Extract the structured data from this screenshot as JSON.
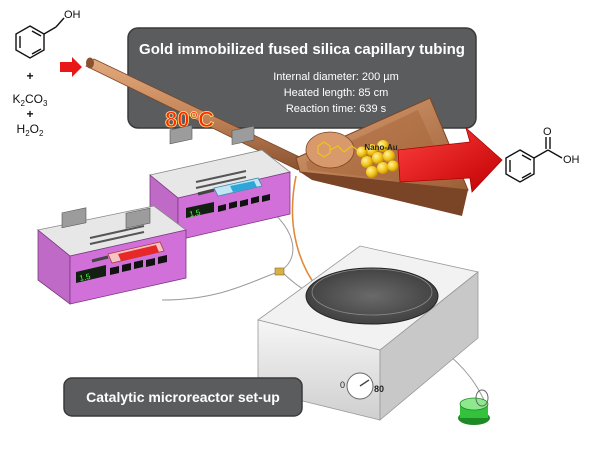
{
  "reactant": {
    "oh_label": "OH",
    "plus1": "+",
    "base": {
      "k": "K",
      "k_sub": "2",
      "co": "CO",
      "co_sub": "3"
    },
    "plus2": "+",
    "oxidant": {
      "h": "H",
      "h_sub": "2",
      "o": "O",
      "o_sub": "2"
    }
  },
  "product": {
    "o_label": "O",
    "oh_label": "OH"
  },
  "title_box": {
    "title": "Gold immobilized fused silica capillary tubing",
    "internal_diameter": "Internal diameter: 200 µm",
    "heated_length": "Heated length: 85 cm",
    "reaction_time": "Reaction time: 639 s"
  },
  "temperature": "80°C",
  "nano_label": "Nano-Au",
  "pump_displays": {
    "front": "1.5",
    "back": "1.5"
  },
  "hotplate_dial": {
    "min": "0",
    "max": "80"
  },
  "setup_label": "Catalytic microreactor set-up",
  "colors": {
    "panel": "#5b5c5e",
    "copper": "#c4865a",
    "copper_dark": "#8a5230",
    "arrow_red": "#e81818",
    "temp_red": "#ff2a00",
    "pump_magenta": "#d070d8",
    "pump_body": "#6b6e70",
    "gold": "#f2c418",
    "vial_green": "#34c23c"
  }
}
